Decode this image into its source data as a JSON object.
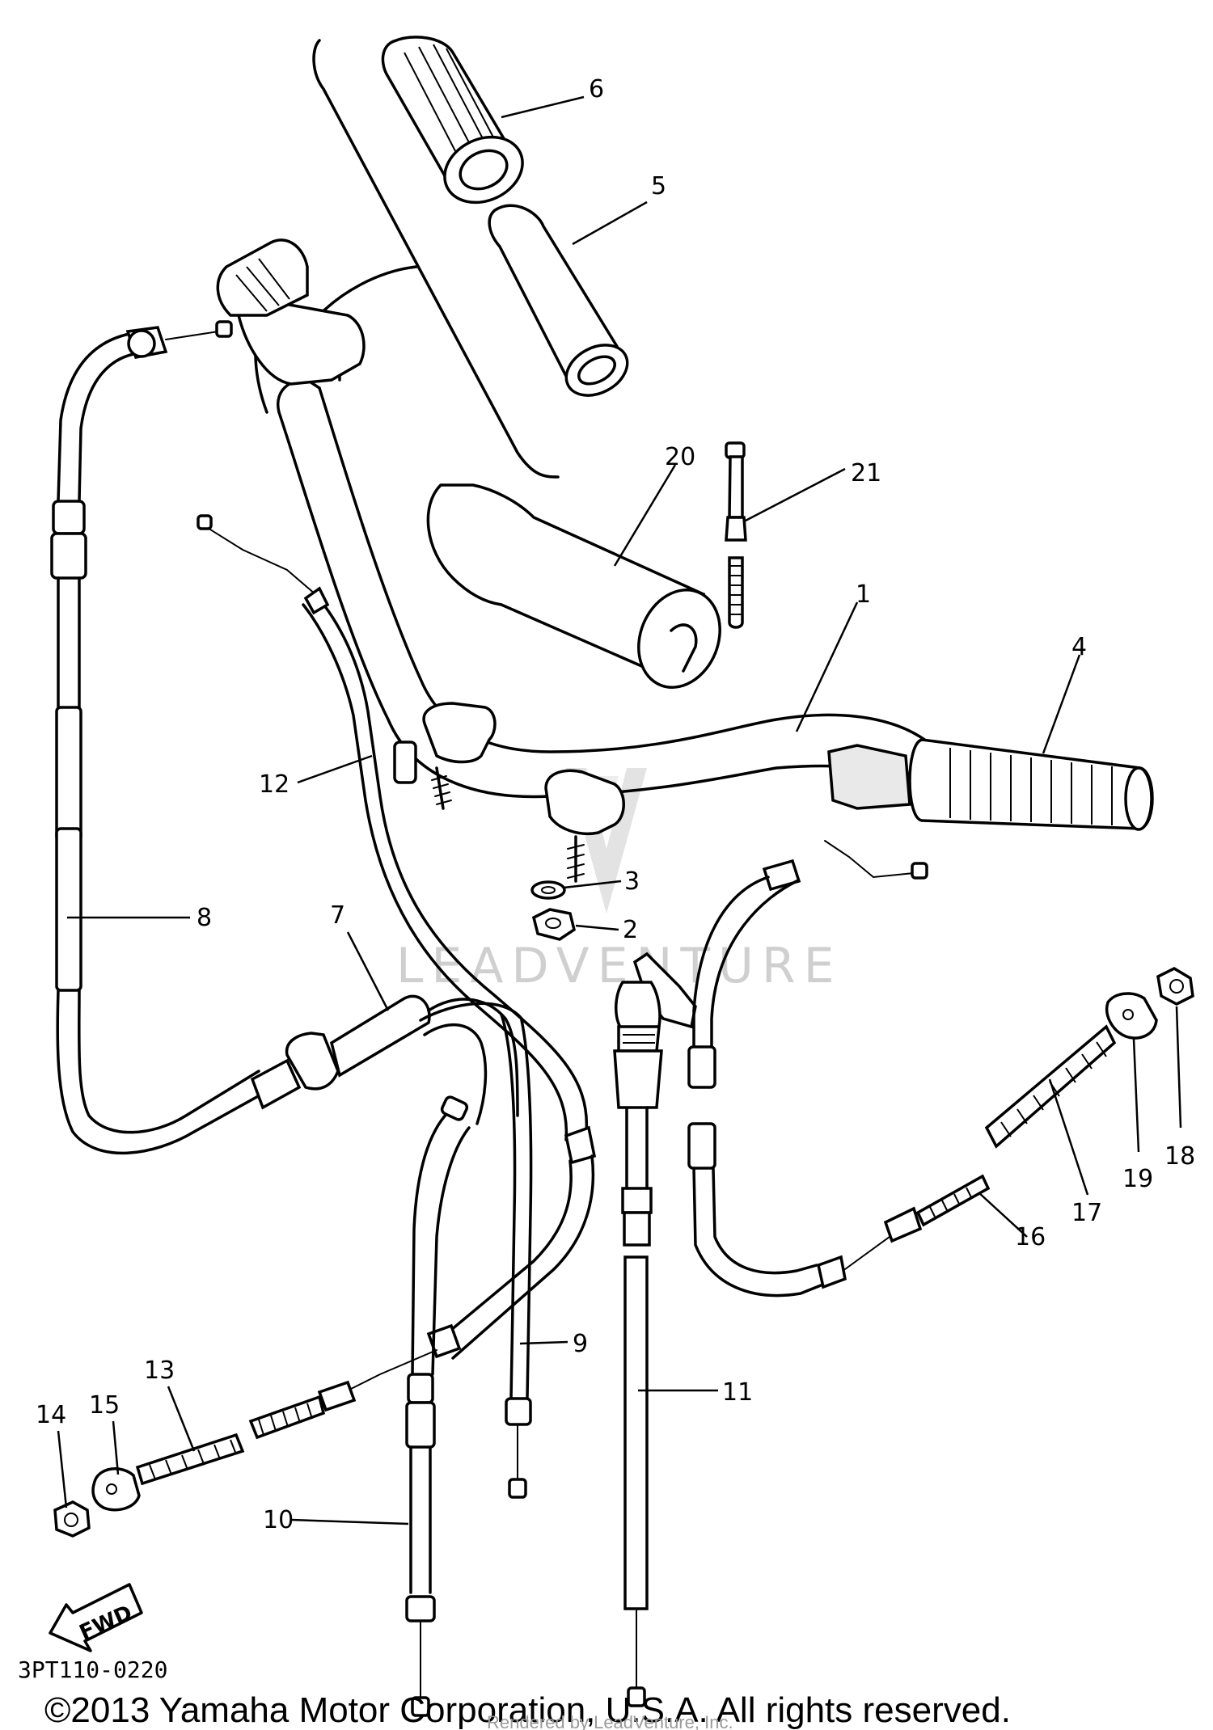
{
  "watermark": "LEADVENTURE",
  "diagram_code": "3PT110-0220",
  "fwd_label": "FWD",
  "copyright": "©2013 Yamaha Motor Corporation, U.S.A. All rights reserved.",
  "rendered_by": "Rendered by LeadVenture, Inc.",
  "callouts": [
    {
      "id": "p1",
      "label": "1"
    },
    {
      "id": "p2",
      "label": "2"
    },
    {
      "id": "p3",
      "label": "3"
    },
    {
      "id": "p4",
      "label": "4"
    },
    {
      "id": "p5",
      "label": "5"
    },
    {
      "id": "p6",
      "label": "6"
    },
    {
      "id": "p7",
      "label": "7"
    },
    {
      "id": "p8",
      "label": "8"
    },
    {
      "id": "p9",
      "label": "9"
    },
    {
      "id": "p10",
      "label": "10"
    },
    {
      "id": "p11",
      "label": "11"
    },
    {
      "id": "p12",
      "label": "12"
    },
    {
      "id": "p13",
      "label": "13"
    },
    {
      "id": "p14",
      "label": "14"
    },
    {
      "id": "p15",
      "label": "15"
    },
    {
      "id": "p16",
      "label": "16"
    },
    {
      "id": "p17",
      "label": "17"
    },
    {
      "id": "p18",
      "label": "18"
    },
    {
      "id": "p19",
      "label": "19"
    },
    {
      "id": "p20",
      "label": "20"
    },
    {
      "id": "p21",
      "label": "21"
    }
  ]
}
